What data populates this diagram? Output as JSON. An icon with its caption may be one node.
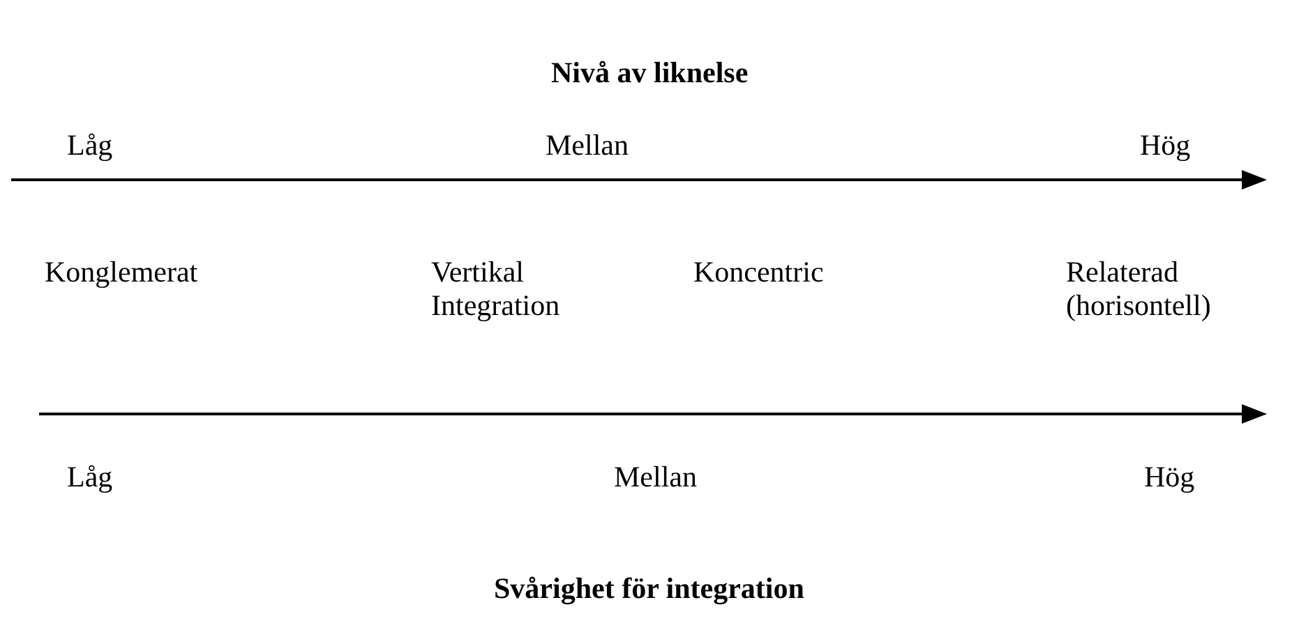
{
  "diagram": {
    "title": "Nivå av liknelse",
    "caption": "Svårighet för integration",
    "labels": [
      "Låg",
      "Mellan",
      "Hög",
      "Konglemerat",
      "Vertikal Integration",
      "Koncentric",
      "Relaterad (horisontell)",
      "Låg",
      "Mellan",
      "Hög"
    ]
  }
}
